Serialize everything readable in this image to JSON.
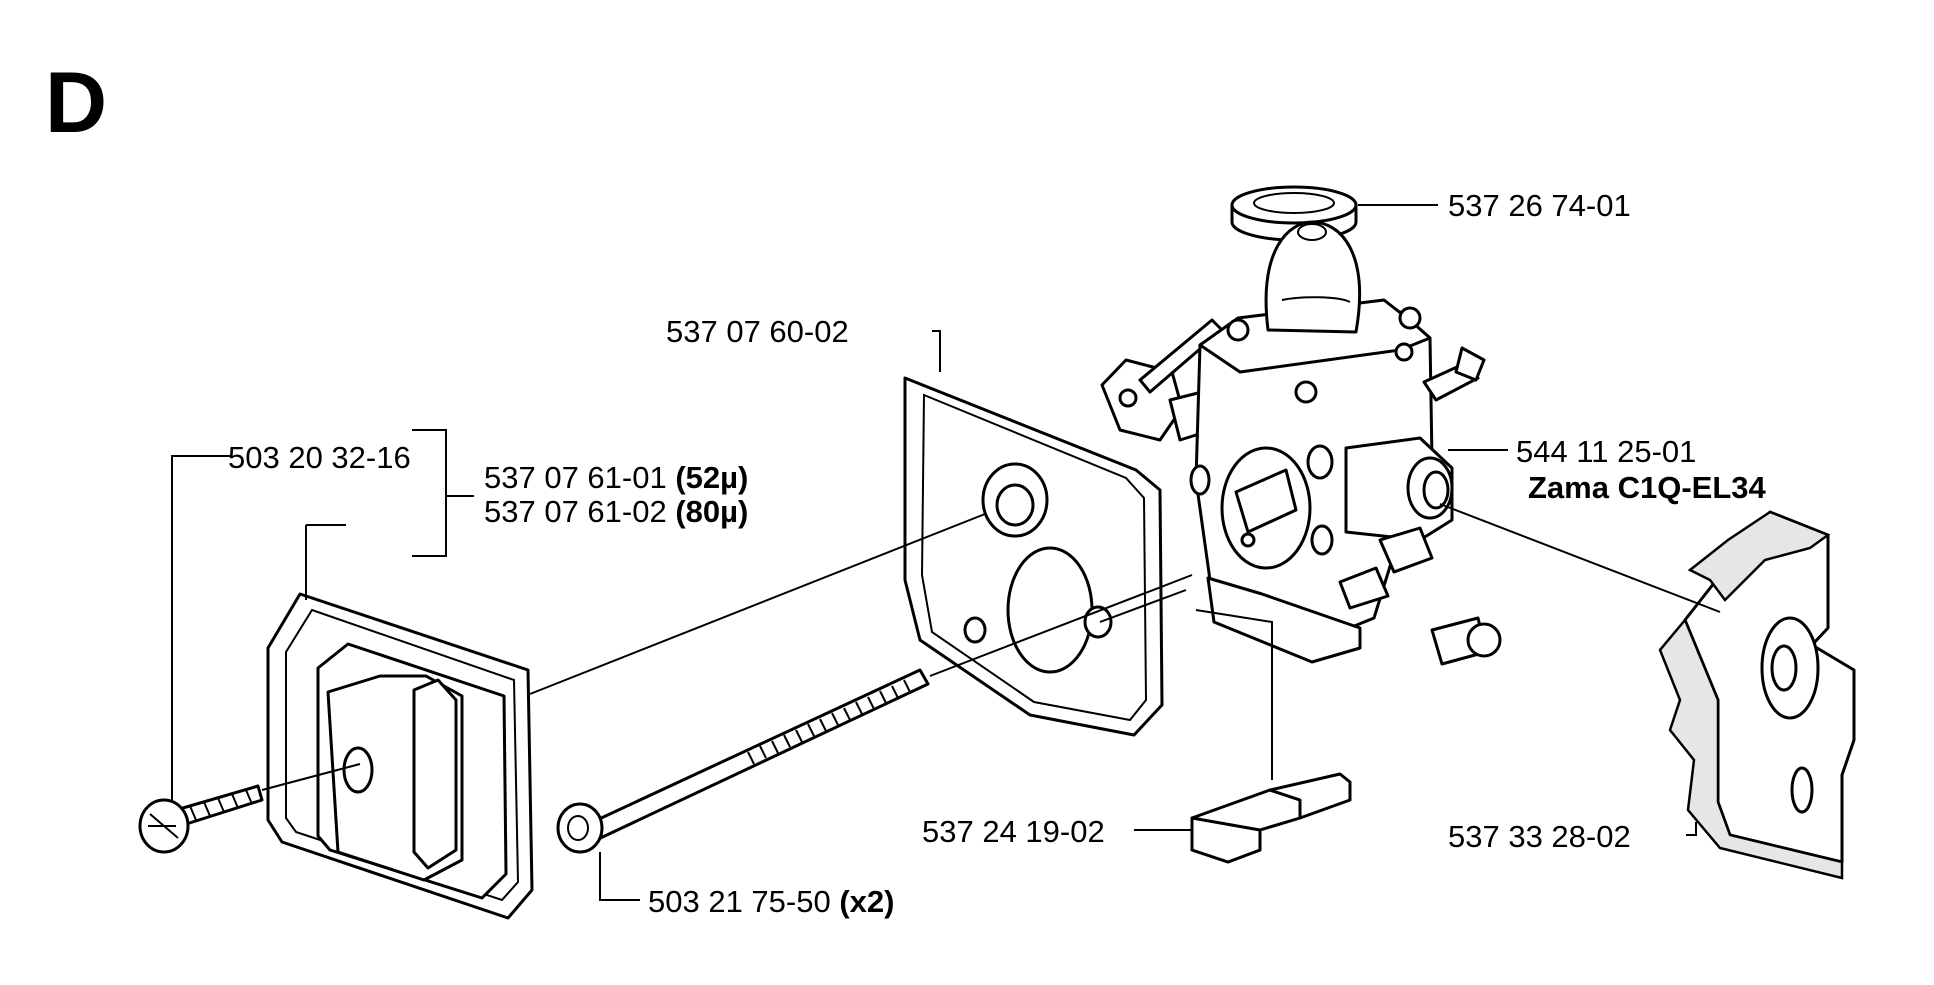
{
  "section_letter": "D",
  "callouts": {
    "seal_ring": {
      "part_no": "537 26 74-01"
    },
    "filter_bracket": {
      "part_no": "537 07 60-02"
    },
    "screw_small": {
      "part_no": "503 20 32-16"
    },
    "filter_52": {
      "part_no": "537 07 61-01 ",
      "spec": "(52µ)"
    },
    "filter_80": {
      "part_no": "537 07 61-02 ",
      "spec": "(80µ)"
    },
    "carburetor": {
      "part_no": "544 11 25-01",
      "model": "Zama C1Q-EL34"
    },
    "block": {
      "part_no": "537 24 19-02"
    },
    "heat_shield": {
      "part_no": "537 33 28-02"
    },
    "long_bolt": {
      "part_no": "503 21 75-50 ",
      "qty": "(x2)"
    }
  },
  "icons": [
    "carburetor",
    "air-filter",
    "bolt",
    "screw",
    "gasket",
    "seal-ring",
    "heat-shield",
    "spacer-block"
  ]
}
